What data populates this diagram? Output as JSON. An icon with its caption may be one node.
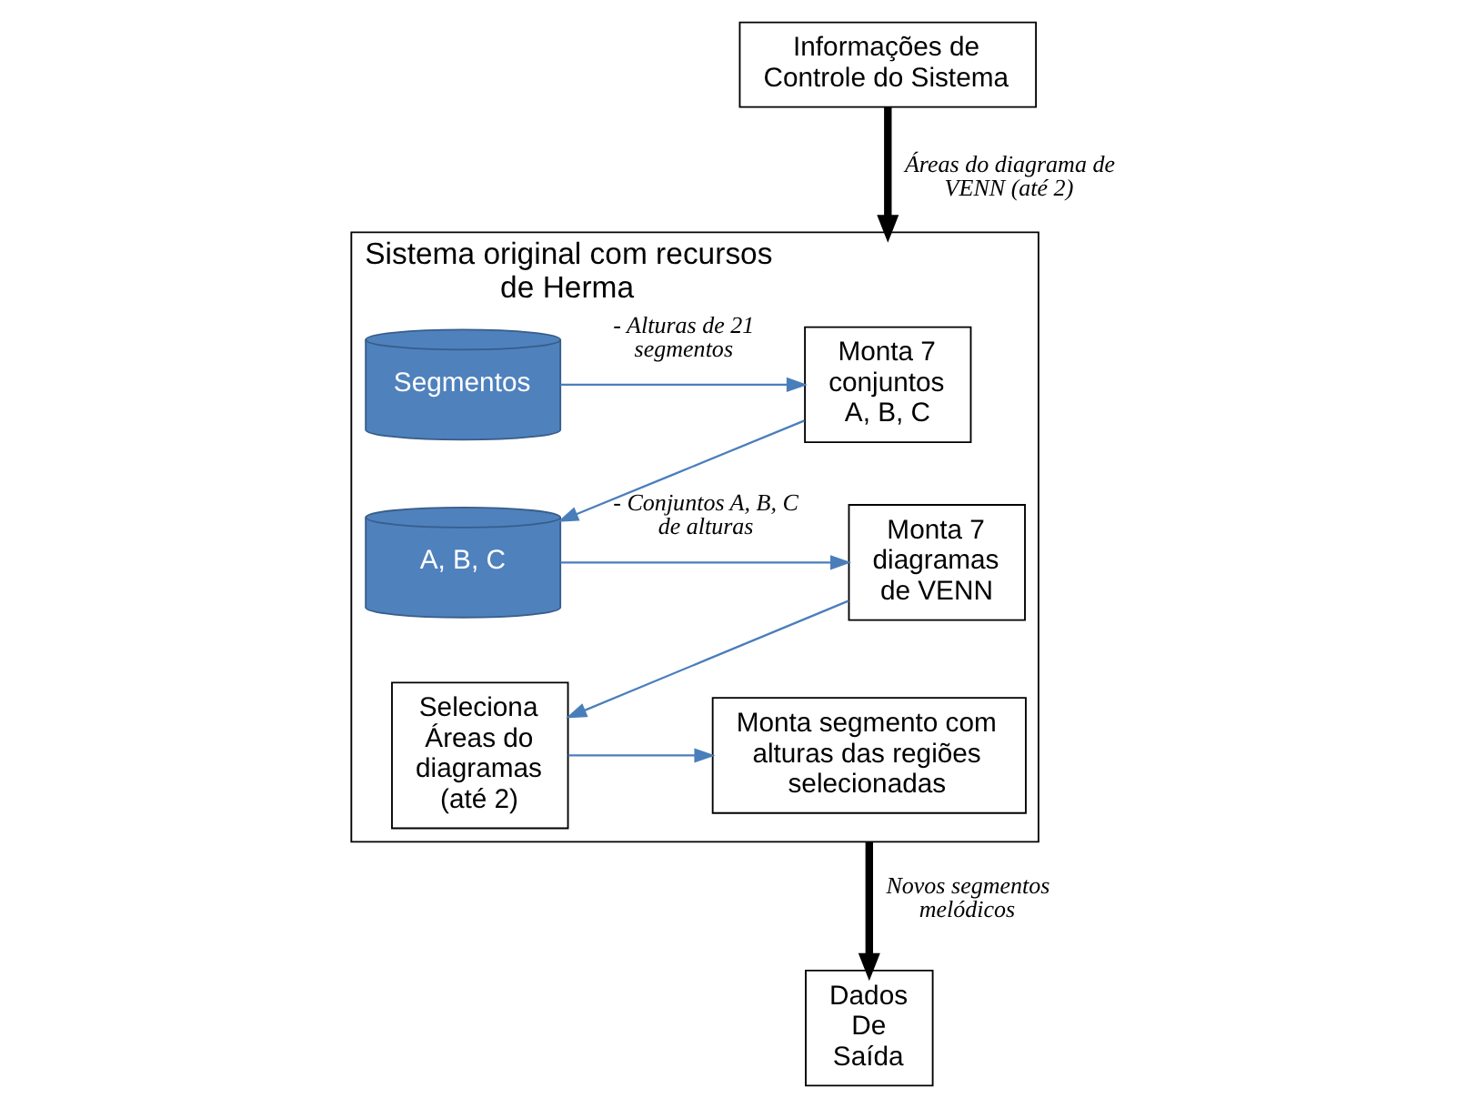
{
  "diagram": {
    "nodes": [
      {
        "text": [
          "Informações de Controle do Sistema"
        ]
      },
      {
        "text": [
          "Sistema original com recursos de Herma"
        ]
      },
      {
        "text": [
          "Monta 7 conjuntos A, B, C"
        ],
        "in": 1
      },
      {
        "text": [
          "Segmentos"
        ],
        "in": 1
      },
      {
        "text": [
          "Monta 7 diagramas de VENN"
        ],
        "in": 1
      },
      {
        "text": [
          "A, B, C"
        ],
        "in": 1
      },
      {
        "text": [
          "Seleciona Áreas do diagramas (até 2)"
        ],
        "in": 1
      },
      {
        "text": [
          "Monta segmento com alturas das regiões selecionadas"
        ],
        "in": 1
      },
      {
        "text": [
          "Dados De Saída"
        ]
      }
    ],
    "edges": [
      {
        "from": 0,
        "to": 1,
        "arrow": "to",
        "label": "Áreas do diagrama de VENN (até 2)",
        "style": "thick",
        "color": "#000000"
      },
      {
        "from": 3,
        "to": 2,
        "arrow": "to",
        "label": "- Alturas de 21 segmentos"
      },
      {
        "from": 2,
        "to": 5,
        "arrow": "to"
      },
      {
        "from": 5,
        "to": 4,
        "arrow": "to",
        "label": "- Conjuntos A, B, C de alturas"
      },
      {
        "from": 4,
        "to": 6,
        "arrow": "to"
      },
      {
        "from": 6,
        "to": 7,
        "arrow": "to"
      },
      {
        "from": 1,
        "to": 8,
        "arrow": "to",
        "label": "Novos segmentos melódicos",
        "style": "thick",
        "color": "#000000"
      }
    ]
  }
}
